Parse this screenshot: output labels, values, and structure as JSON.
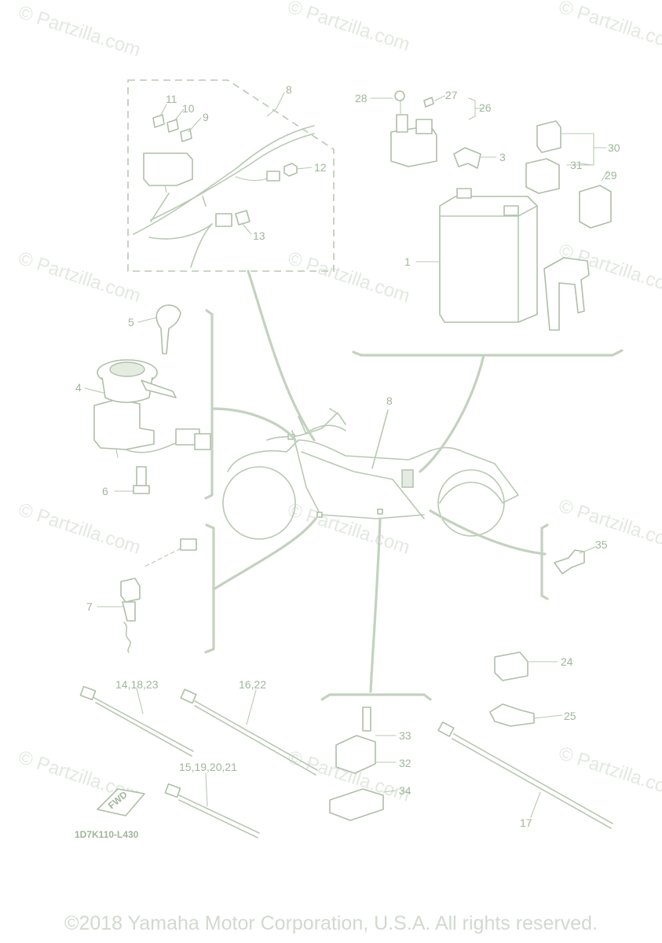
{
  "watermark": "© Partzilla.com",
  "diagram_code": "1D7K110-L430",
  "copyright": "©2018 Yamaha Motor Corporation, U.S.A. All rights reserved.",
  "callouts": {
    "c1": "1",
    "c3": "3",
    "c4": "4",
    "c5": "5",
    "c6": "6",
    "c7": "7",
    "c8a": "8",
    "c8b": "8",
    "c9": "9",
    "c10": "10",
    "c11": "11",
    "c12": "12",
    "c13": "13",
    "c14": "14,18,23",
    "c15": "15,19,20,21",
    "c16": "16,22",
    "c17": "17",
    "c24": "24",
    "c25": "25",
    "c26": "26",
    "c27": "27",
    "c28": "28",
    "c29": "29",
    "c30": "30",
    "c31": "31",
    "c32": "32",
    "c33": "33",
    "c34": "34",
    "c35": "35"
  },
  "fwd_label": "FWD",
  "colors": {
    "line": "#b8c9b3",
    "label": "#9fb69a",
    "watermark": "#e3e8e1"
  }
}
